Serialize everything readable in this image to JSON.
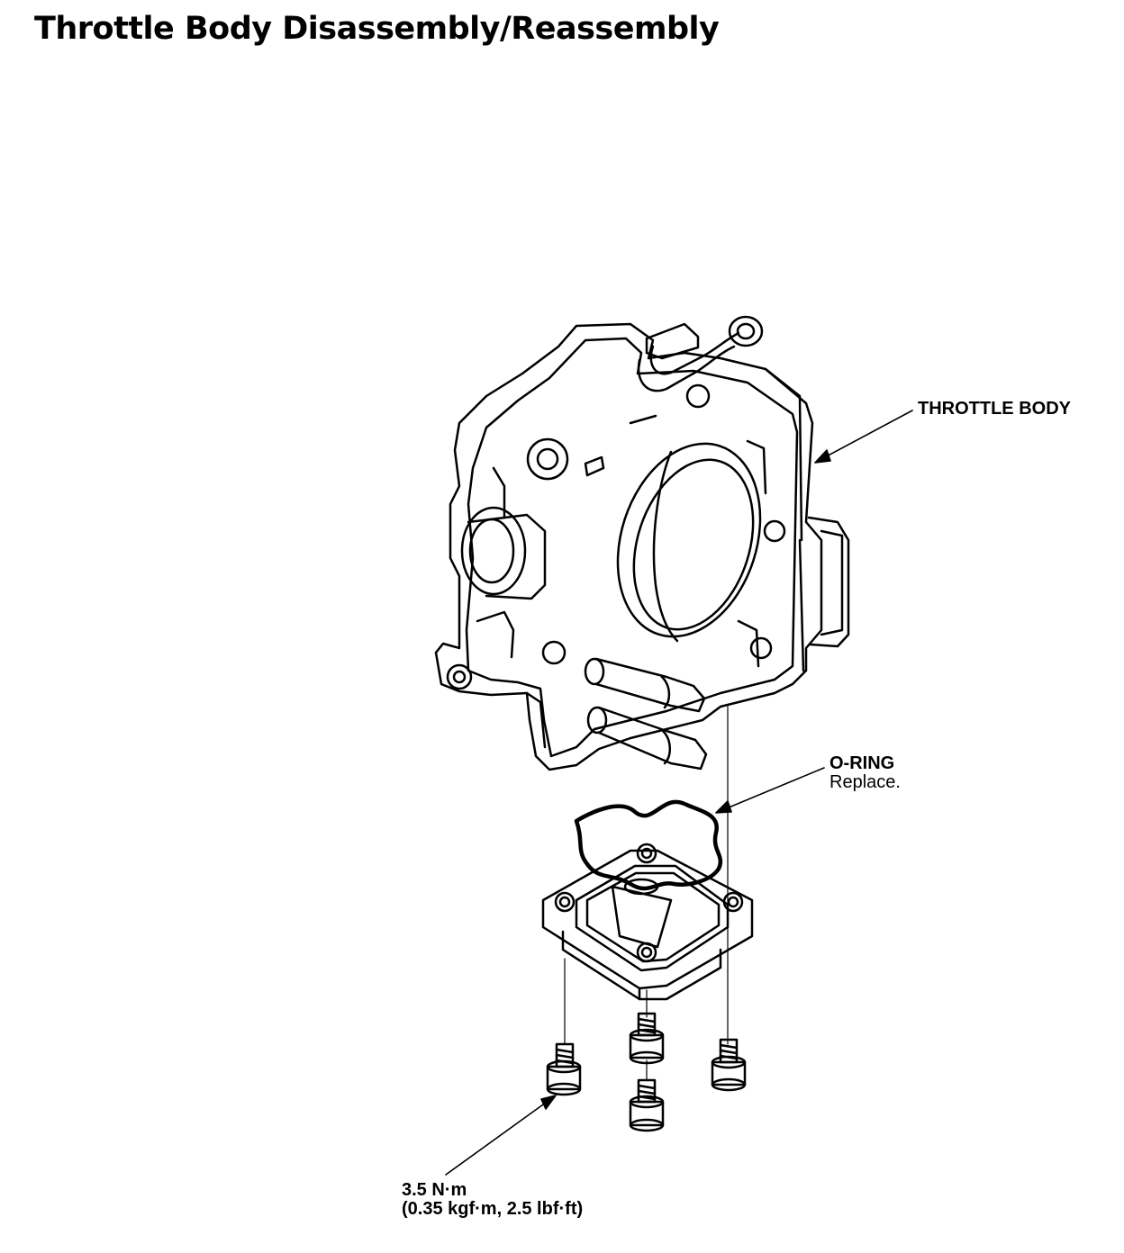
{
  "page": {
    "title": "Throttle Body Disassembly/Reassembly"
  },
  "labels": {
    "throttle_body": "THROTTLE BODY",
    "o_ring": "O-RING",
    "o_ring_note": "Replace.",
    "torque_nm": "3.5 N·m",
    "torque_alt": "(0.35 kgf·m, 2.5 lbf·ft)"
  },
  "colors": {
    "line": "#000000",
    "background": "#ffffff"
  }
}
